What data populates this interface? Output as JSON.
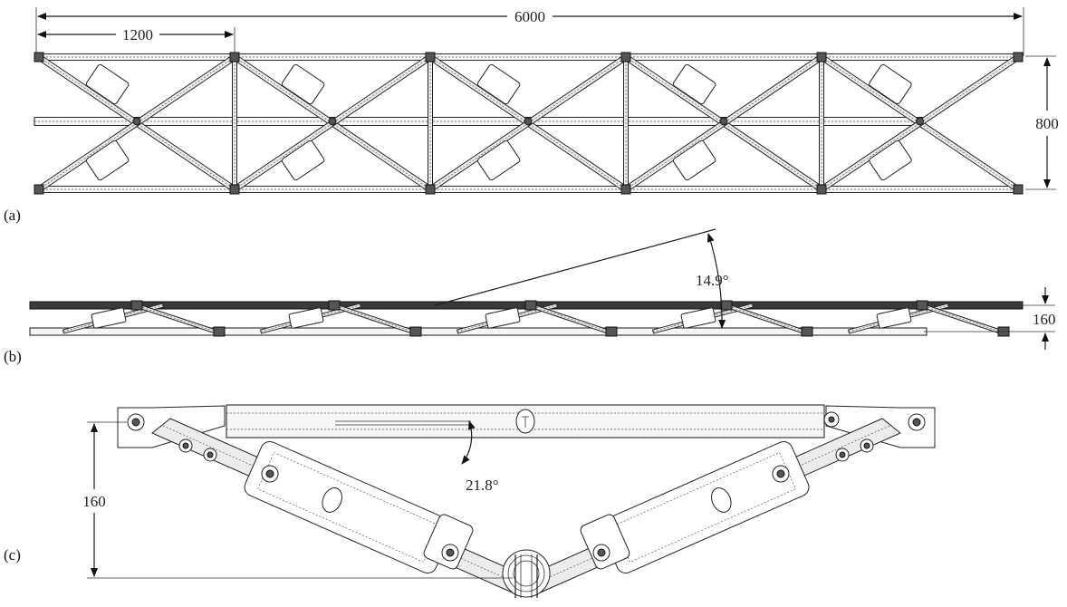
{
  "panels": [
    {
      "id": "a",
      "label": "(a)"
    },
    {
      "id": "b",
      "label": "(b)"
    },
    {
      "id": "c",
      "label": "(c)"
    }
  ],
  "dimensions": {
    "overall_length": "6000",
    "bay_length": "1200",
    "width": "800",
    "depth_b": "160",
    "depth_c": "160"
  },
  "angles": {
    "b": "14.9°",
    "c": "21.8°"
  }
}
